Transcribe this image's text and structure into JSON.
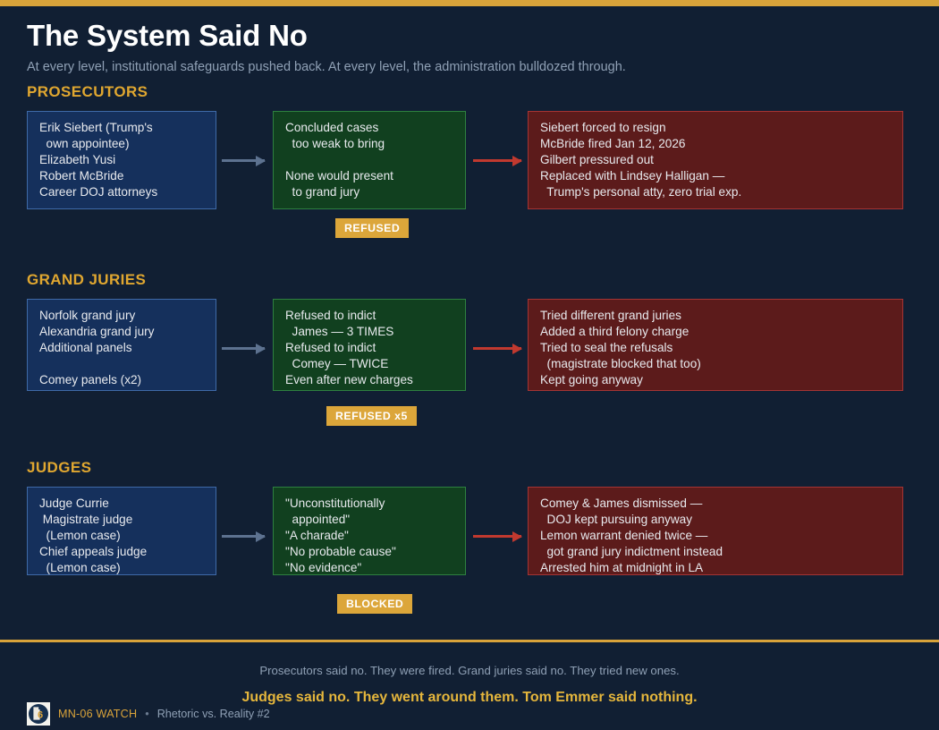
{
  "theme": {
    "background": "#111f33",
    "accent_gold": "#d9a33a",
    "actor_box_bg": "#15305c",
    "actor_box_border": "#3f6aa8",
    "response_box_bg": "#11401f",
    "response_box_border": "#2e8040",
    "outcome_box_bg": "#5c1b1b",
    "outcome_box_border": "#a53434",
    "arrow_grey": "#5d7290",
    "arrow_red": "#c1392f",
    "badge_bg": "#dca63a"
  },
  "header": {
    "title": "The System Said No",
    "subtitle": "At every level, institutional safeguards pushed back. At every level, the administration bulldozed through."
  },
  "sections": [
    {
      "heading": "PROSECUTORS",
      "actors": "Erik Siebert (Trump's\n  own appointee)\nElizabeth Yusi\nRobert McBride\nCareer DOJ attorneys",
      "response": "Concluded cases\n  too weak to bring\n\nNone would present\n  to grand jury",
      "outcome": "Siebert forced to resign\nMcBride fired Jan 12, 2026\nGilbert pressured out\nReplaced with Lindsey Halligan —\n  Trump's personal atty, zero trial exp.",
      "badge": "REFUSED"
    },
    {
      "heading": "GRAND JURIES",
      "actors": "Norfolk grand jury\nAlexandria grand jury\nAdditional panels\n\nComey panels (x2)",
      "response": "Refused to indict\n  James — 3 TIMES\nRefused to indict\n  Comey — TWICE\nEven after new charges",
      "outcome": "Tried different grand juries\nAdded a third felony charge\nTried to seal the refusals\n  (magistrate blocked that too)\nKept going anyway",
      "badge": "REFUSED x5"
    },
    {
      "heading": "JUDGES",
      "actors": "Judge Currie\n Magistrate judge\n  (Lemon case)\nChief appeals judge\n  (Lemon case)",
      "response": "\"Unconstitutionally\n  appointed\"\n\"A charade\"\n\"No probable cause\"\n\"No evidence\"",
      "outcome": "Comey & James dismissed —\n  DOJ kept pursuing anyway\nLemon warrant denied twice —\n  got grand jury indictment instead\nArrested him at midnight in LA",
      "badge": "BLOCKED"
    }
  ],
  "footer": {
    "line1": "Prosecutors said no. They were fired. Grand juries said no. They tried new ones.",
    "line2": "Judges said no. They went around them. Tom Emmer said nothing.",
    "brand_name": "MN-06 WATCH",
    "separator": "•",
    "tagline": "Rhetoric vs. Reality #2",
    "logo_icon": "mn06-badge-icon"
  }
}
